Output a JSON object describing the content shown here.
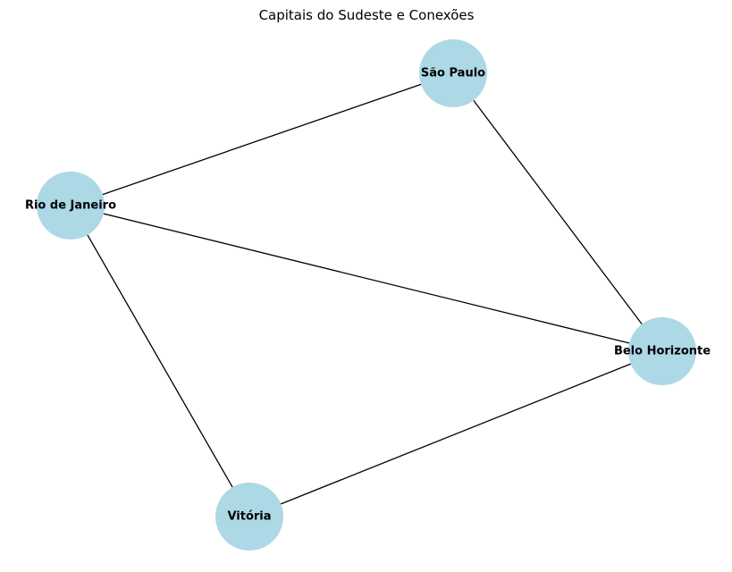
{
  "title": "Capitais do Sudeste e Conexões",
  "style": {
    "node_color": "#add8e6",
    "edge_color": "#000000",
    "label_color": "#000000"
  },
  "nodes": [
    {
      "id": "sp",
      "label": "São Paulo"
    },
    {
      "id": "rj",
      "label": "Rio de Janeiro"
    },
    {
      "id": "bh",
      "label": "Belo Horizonte"
    },
    {
      "id": "vt",
      "label": "Vitória"
    }
  ],
  "edges": [
    {
      "source": "rj",
      "target": "sp"
    },
    {
      "source": "sp",
      "target": "bh"
    },
    {
      "source": "rj",
      "target": "bh"
    },
    {
      "source": "rj",
      "target": "vt"
    },
    {
      "source": "vt",
      "target": "bh"
    }
  ]
}
